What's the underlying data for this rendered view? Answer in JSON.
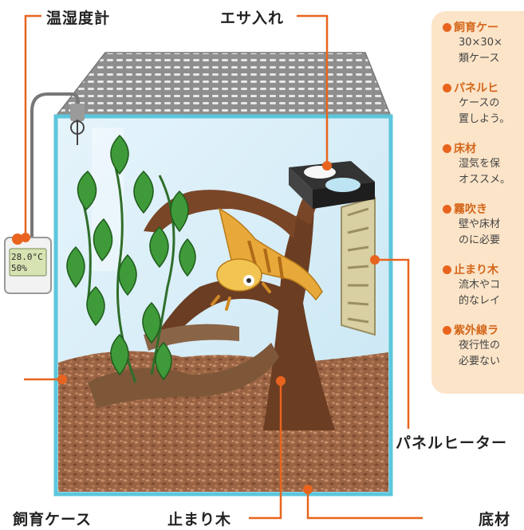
{
  "labels": {
    "hygrometer": "温湿度計",
    "feeder": "エサ入れ",
    "panel_heater": "パネルヒーター",
    "enclosure": "飼育ケース",
    "perch": "止まり木",
    "substrate": "底材"
  },
  "thermometer": {
    "temperature": "28.0°C",
    "humidity": "50%"
  },
  "tips": [
    {
      "title": "飼育ケー",
      "lines": [
        "30×30×",
        "類ケース"
      ]
    },
    {
      "title": "パネルヒ",
      "lines": [
        "ケースの",
        "置しよう。"
      ]
    },
    {
      "title": "床材",
      "lines": [
        "湿気を保",
        "オススメ。"
      ]
    },
    {
      "title": "霧吹き",
      "lines": [
        "壁や床材",
        "のに必要"
      ]
    },
    {
      "title": "止まり木",
      "lines": [
        "流木やコ",
        "的なレイ"
      ]
    },
    {
      "title": "紫外線ラ",
      "lines": [
        "夜行性の",
        "必要ない"
      ]
    }
  ],
  "colors": {
    "accent": "#e8641e",
    "panel": "#fbe4c8",
    "glass_edge": "#5cc6dc",
    "leaf": "#3f9a3a",
    "wood": "#6b3d22",
    "substrate": "#a06a48"
  }
}
